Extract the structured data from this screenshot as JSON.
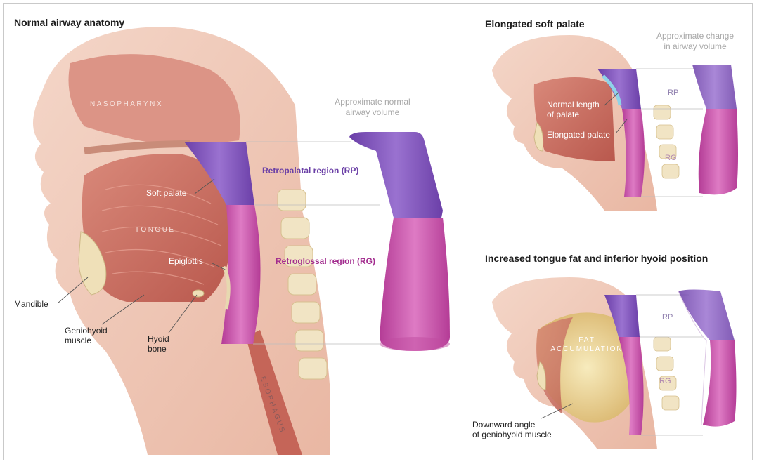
{
  "panels": {
    "normal": {
      "title": "Normal airway anatomy",
      "volume_caption_line1": "Approximate normal",
      "volume_caption_line2": "airway volume",
      "labels": {
        "nasopharynx": "NASOPHARYNX",
        "tongue": "TONGUE",
        "soft_palate": "Soft palate",
        "epiglottis": "Epiglottis",
        "mandible": "Mandible",
        "geniohyoid_line1": "Geniohyoid",
        "geniohyoid_line2": "muscle",
        "hyoid_line1": "Hyoid",
        "hyoid_line2": "bone",
        "esophagus": "ESOPHAGUS",
        "retropalatal": "Retropalatal region (RP)",
        "retroglossal": "Retroglossal region (RG)"
      }
    },
    "elongated": {
      "title": "Elongated soft palate",
      "volume_caption_line1": "Approximate change",
      "volume_caption_line2": "in airway volume",
      "labels": {
        "normal_length_line1": "Normal length",
        "normal_length_line2": "of palate",
        "elongated_palate": "Elongated palate",
        "rp": "RP",
        "rg": "RG"
      }
    },
    "tongue_fat": {
      "title": "Increased tongue fat and inferior hyoid position",
      "labels": {
        "fat_line1": "FAT",
        "fat_line2": "ACCUMULATION",
        "downward_line1": "Downward angle",
        "downward_line2": "of geniohyoid muscle",
        "rp": "RP",
        "rg": "RG"
      }
    }
  },
  "colors": {
    "rp_purple": "#7a4db5",
    "rg_magenta": "#c0449f",
    "tissue": "#e8b0a0",
    "muscle": "#c8685c",
    "fat": "#eed592"
  }
}
